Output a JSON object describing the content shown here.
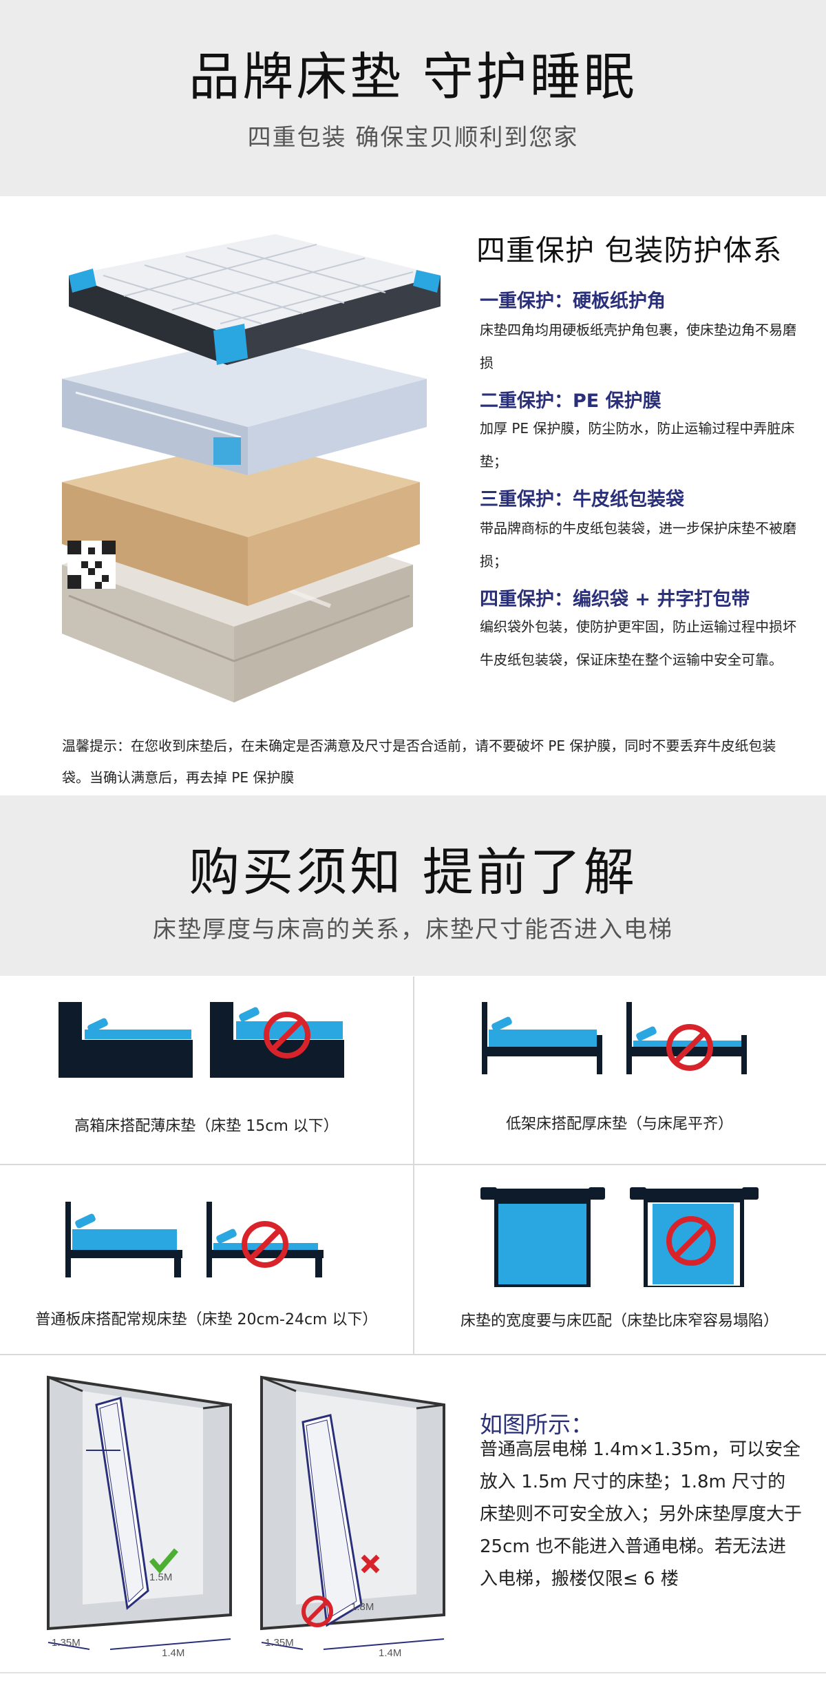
{
  "header": {
    "title": "品牌床垫  守护睡眠",
    "subtitle": "四重包装  确保宝贝顺利到您家"
  },
  "protection": {
    "title": "四重保护  包装防护体系",
    "items": [
      {
        "title": "一重保护：硬板纸护角",
        "desc": "床垫四角均用硬板纸壳护角包裹，使床垫边角不易磨损"
      },
      {
        "title": "二重保护：PE 保护膜",
        "desc": "加厚 PE 保护膜，防尘防水，防止运输过程中弄脏床垫；"
      },
      {
        "title": "三重保护：牛皮纸包装袋",
        "desc": "带品牌商标的牛皮纸包装袋，进一步保护床垫不被磨损；"
      },
      {
        "title": "四重保护：编织袋 + 井字打包带",
        "desc": "编织袋外包装，使防护更牢固，防止运输过程中损坏牛皮纸包装袋，保证床垫在整个运输中安全可靠。"
      }
    ],
    "tip": "温馨提示：在您收到床垫后，在未确定是否满意及尺寸是否合适前，请不要破坏 PE 保护膜，同时不要丢弃牛皮纸包装袋。当确认满意后，再去掉 PE 保护膜"
  },
  "notice": {
    "title": "购买须知  提前了解",
    "subtitle": "床垫厚度与床高的关系，床垫尺寸能否进入电梯"
  },
  "cells": {
    "c1": "高箱床搭配薄床垫（床垫 15cm 以下）",
    "c2": "低架床搭配厚床垫（与床尾平齐）",
    "c3": "普通板床搭配常规床垫（床垫 20cm-24cm 以下）",
    "c4": "床垫的宽度要与床匹配（床垫比床窄容易塌陷）"
  },
  "elevator": {
    "title": "如图所示：",
    "text": "普通高层电梯 1.4m×1.35m，可以安全放入 1.5m 尺寸的床垫；1.8m 尺寸的床垫则不可安全放入；另外床垫厚度大于 25cm 也不能进入普通电梯。若无法进入电梯，搬楼仅限≤ 6 楼",
    "dims": {
      "depth": "1.35M",
      "width": "1.4M",
      "ok_size": "1.5M",
      "bad_size": "1.8M"
    }
  },
  "colors": {
    "accent": "#2a2f7a",
    "bed_dark": "#0d1b2a",
    "mattress_blue": "#2aa6e0",
    "forbid_red": "#d8232a",
    "ok_green": "#4caf32"
  }
}
